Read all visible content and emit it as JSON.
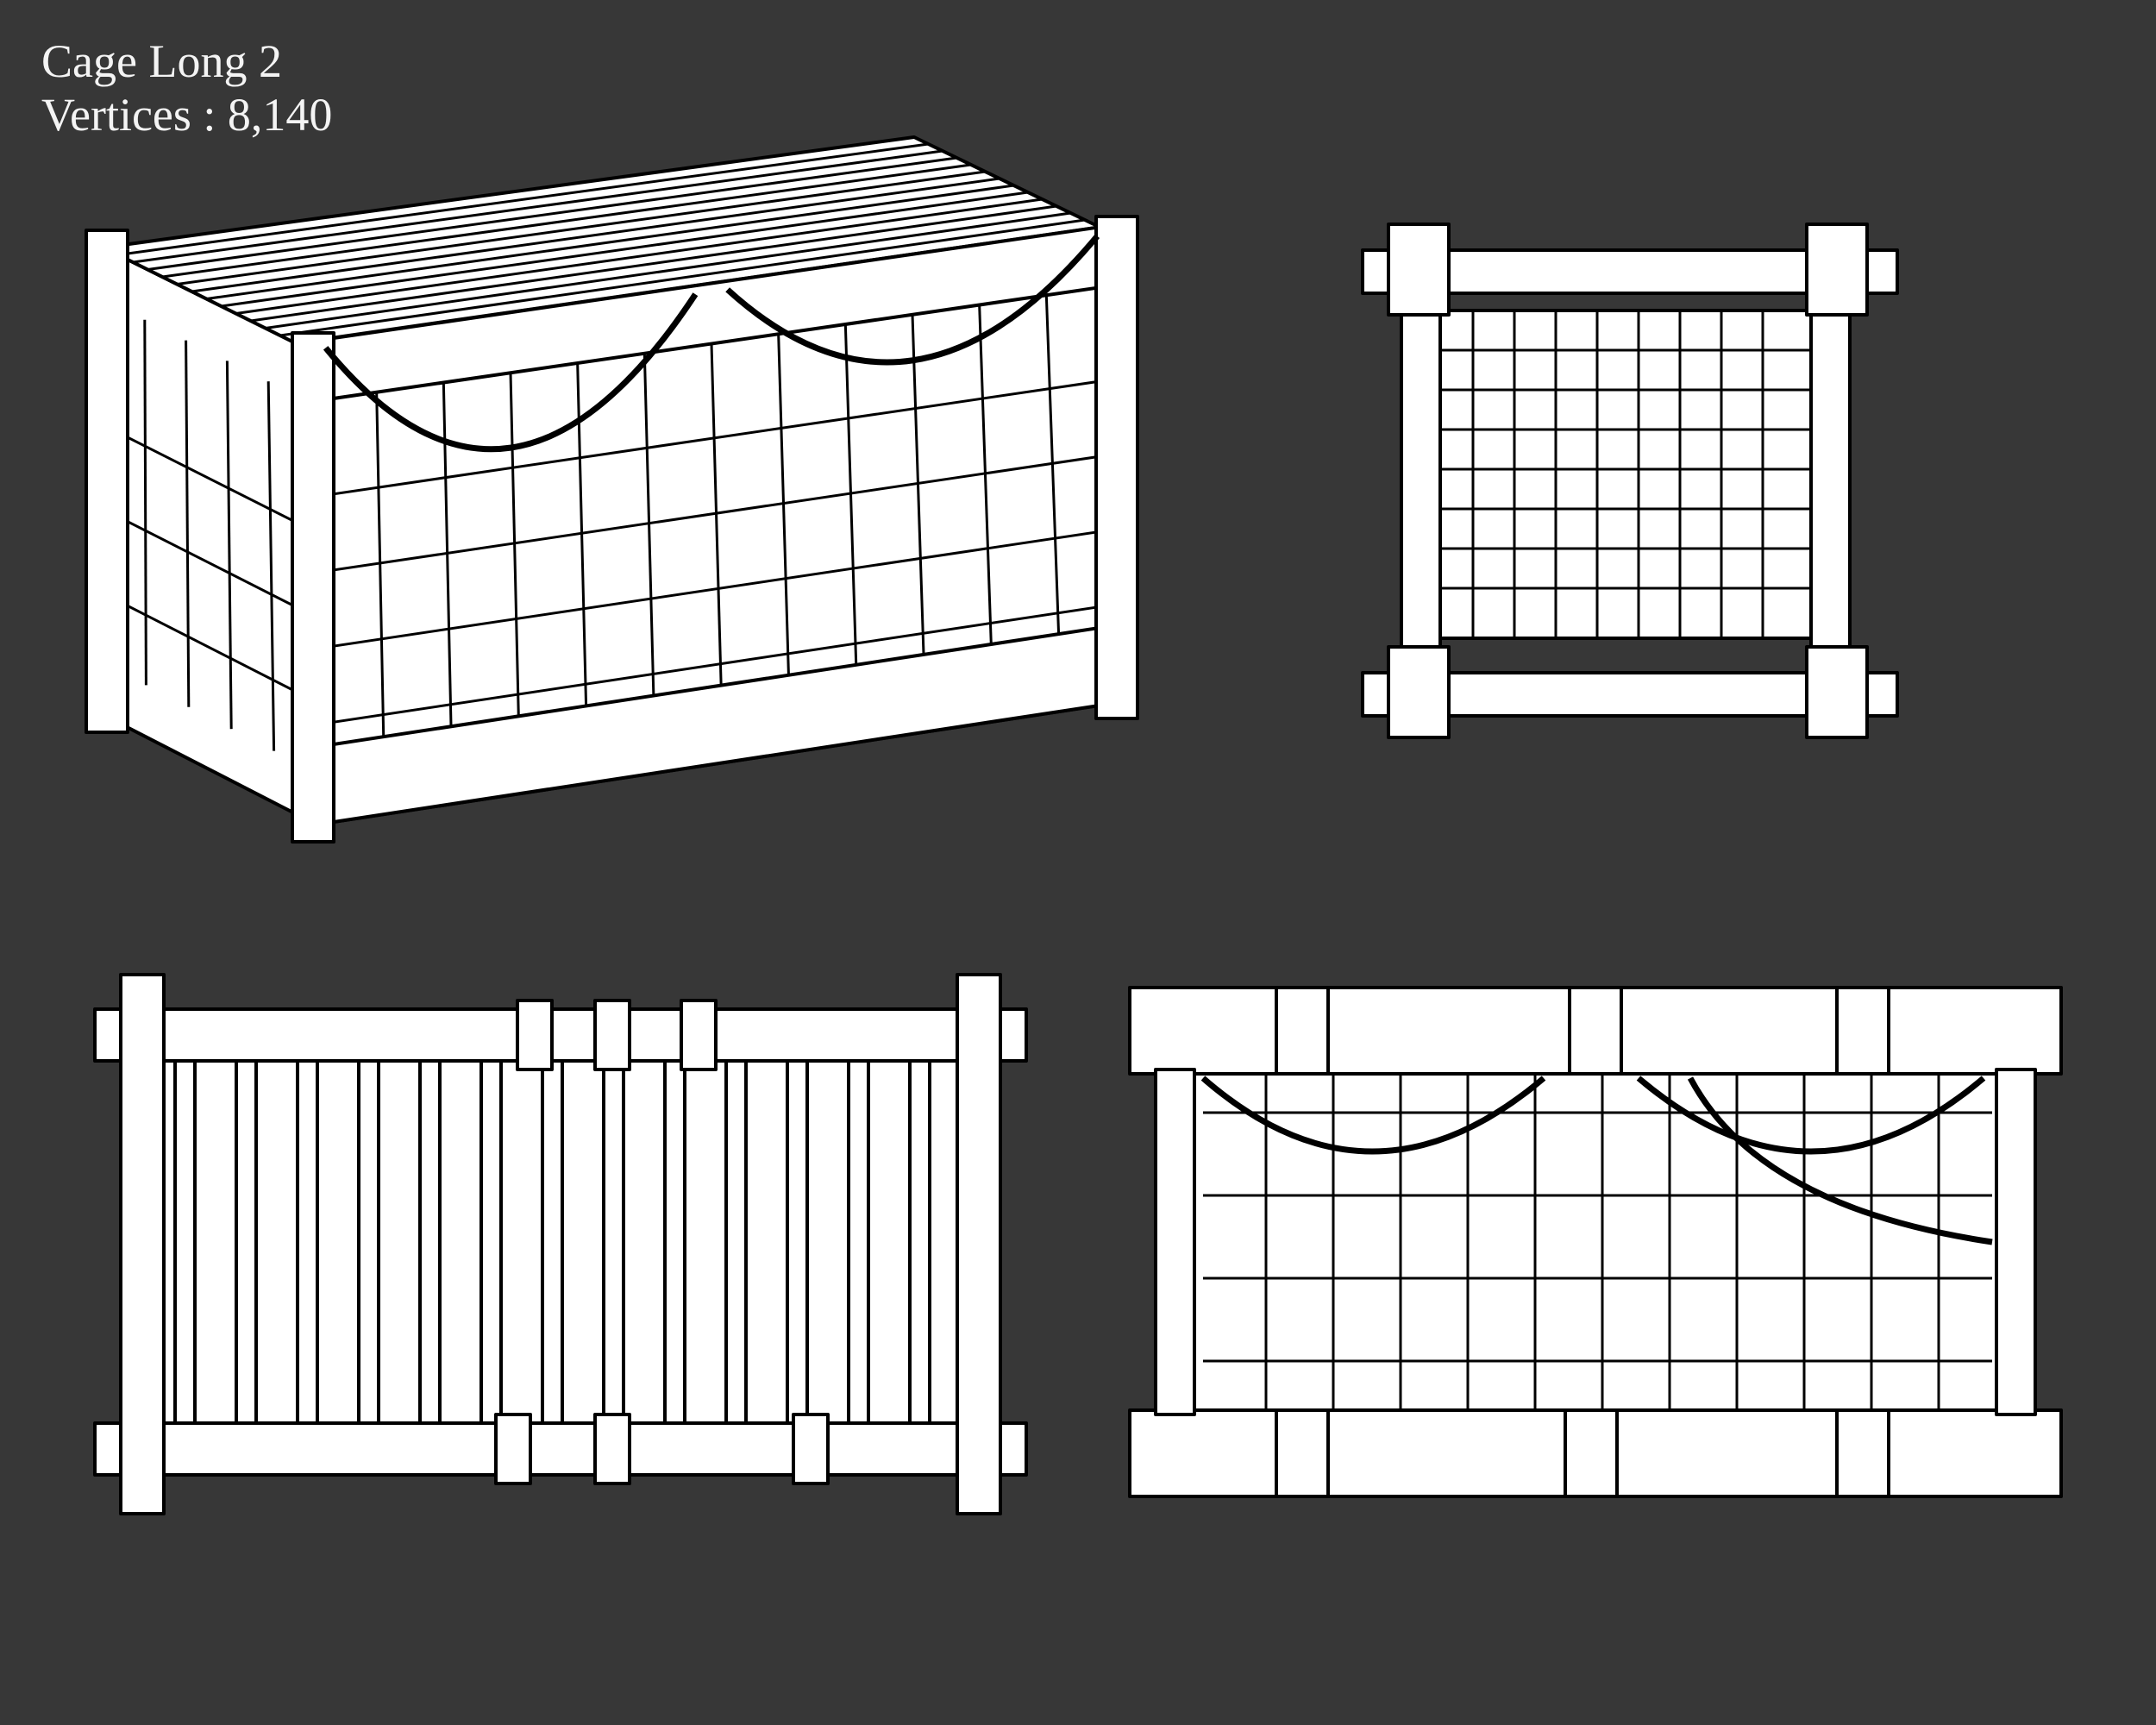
{
  "title": "Cage Long 2",
  "vertices_label": "Vertices : 8,140",
  "colors": {
    "background": "#373737",
    "model_fill": "#ffffff",
    "model_outline": "#000000",
    "text": "#f4f4f4"
  },
  "views": [
    "perspective",
    "side",
    "top",
    "front"
  ]
}
